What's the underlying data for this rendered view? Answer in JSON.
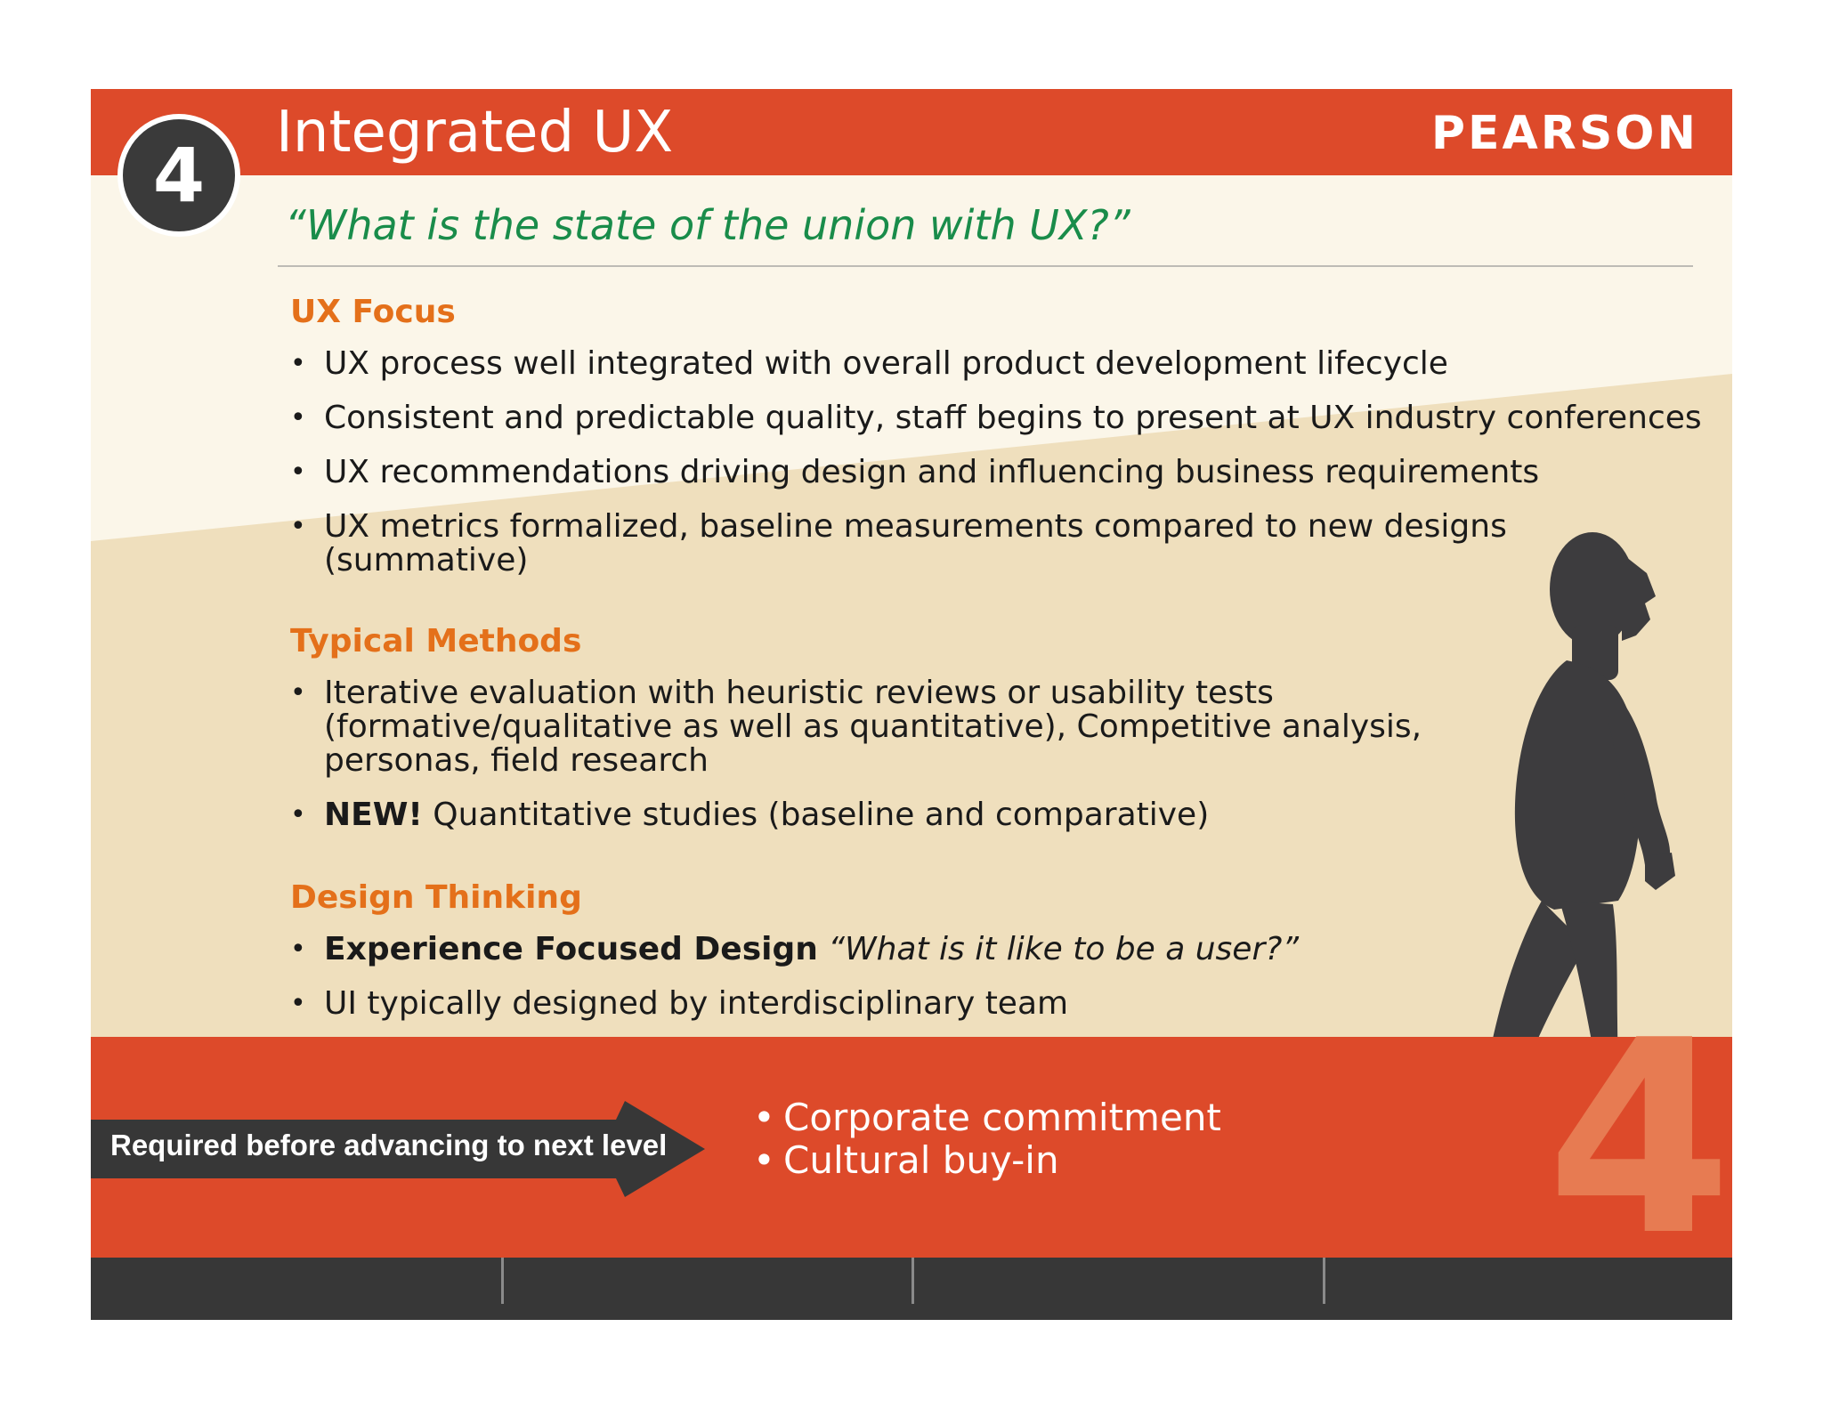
{
  "header": {
    "level_number": "4",
    "title": "Integrated UX",
    "brand": "PEARSON"
  },
  "question": "“What is the state of the union with UX?”",
  "sections": [
    {
      "title": "UX Focus",
      "items": [
        "UX process well integrated with overall product development lifecycle",
        "Consistent and predictable quality, staff begins to present at UX industry conferences",
        "UX recommendations driving design and influencing business requirements",
        "UX metrics formalized, baseline measurements compared to new designs (summative)"
      ]
    },
    {
      "title": "Typical Methods",
      "items": [
        "Iterative evaluation with heuristic reviews or usability tests (formative/qualitative as well as quantitative), Competitive analysis, personas, field research",
        {
          "bold": "NEW!",
          "text": " Quantitative studies (baseline and comparative)"
        }
      ]
    },
    {
      "title": "Design Thinking",
      "items": [
        {
          "bold": "Experience Focused Design",
          "italic": " “What is it like to be a user?”"
        },
        "UI typically designed by interdisciplinary team"
      ]
    }
  ],
  "footer": {
    "arrow_label": "Required before advancing to next level",
    "requirements": [
      "Corporate commitment",
      "Cultural buy-in"
    ],
    "big_number": "4"
  },
  "colors": {
    "accent_red": "#dd4a2a",
    "section_orange": "#e4701a",
    "question_green": "#198c4a",
    "cream": "#fbf6e9",
    "tan": "#efdfbd",
    "dark": "#373737"
  },
  "icons": {
    "walker": "walking-man-silhouette-icon"
  }
}
